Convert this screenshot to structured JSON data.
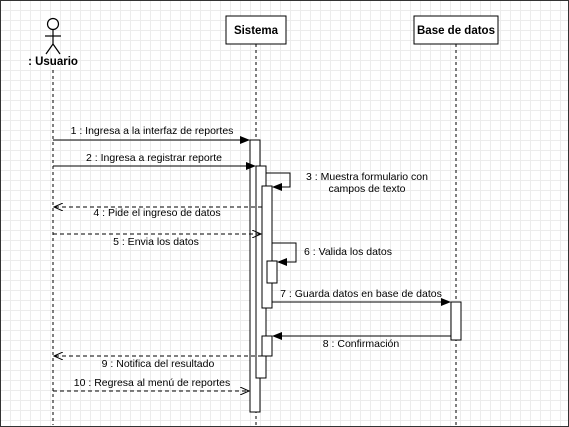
{
  "actors": [
    {
      "name": ": Usuario",
      "kind": "stick"
    },
    {
      "name": "Sistema",
      "kind": "box"
    },
    {
      "name": "Base de datos",
      "kind": "box"
    }
  ],
  "messages": [
    {
      "label": "1 : Ingresa a la interfaz de reportes"
    },
    {
      "label": "2 : Ingresa a registrar reporte"
    },
    {
      "label": "3 : Muestra formulario con",
      "label2": "campos de texto"
    },
    {
      "label": "4 : Pide el ingreso de datos"
    },
    {
      "label": "5 : Envia los datos"
    },
    {
      "label": "6 : Valida los datos"
    },
    {
      "label": "7 : Guarda datos en base de datos"
    },
    {
      "label": "8 : Confirmación"
    },
    {
      "label": "9 : Notifica del resultado"
    },
    {
      "label": "10 : Regresa al menú de reportes"
    }
  ]
}
